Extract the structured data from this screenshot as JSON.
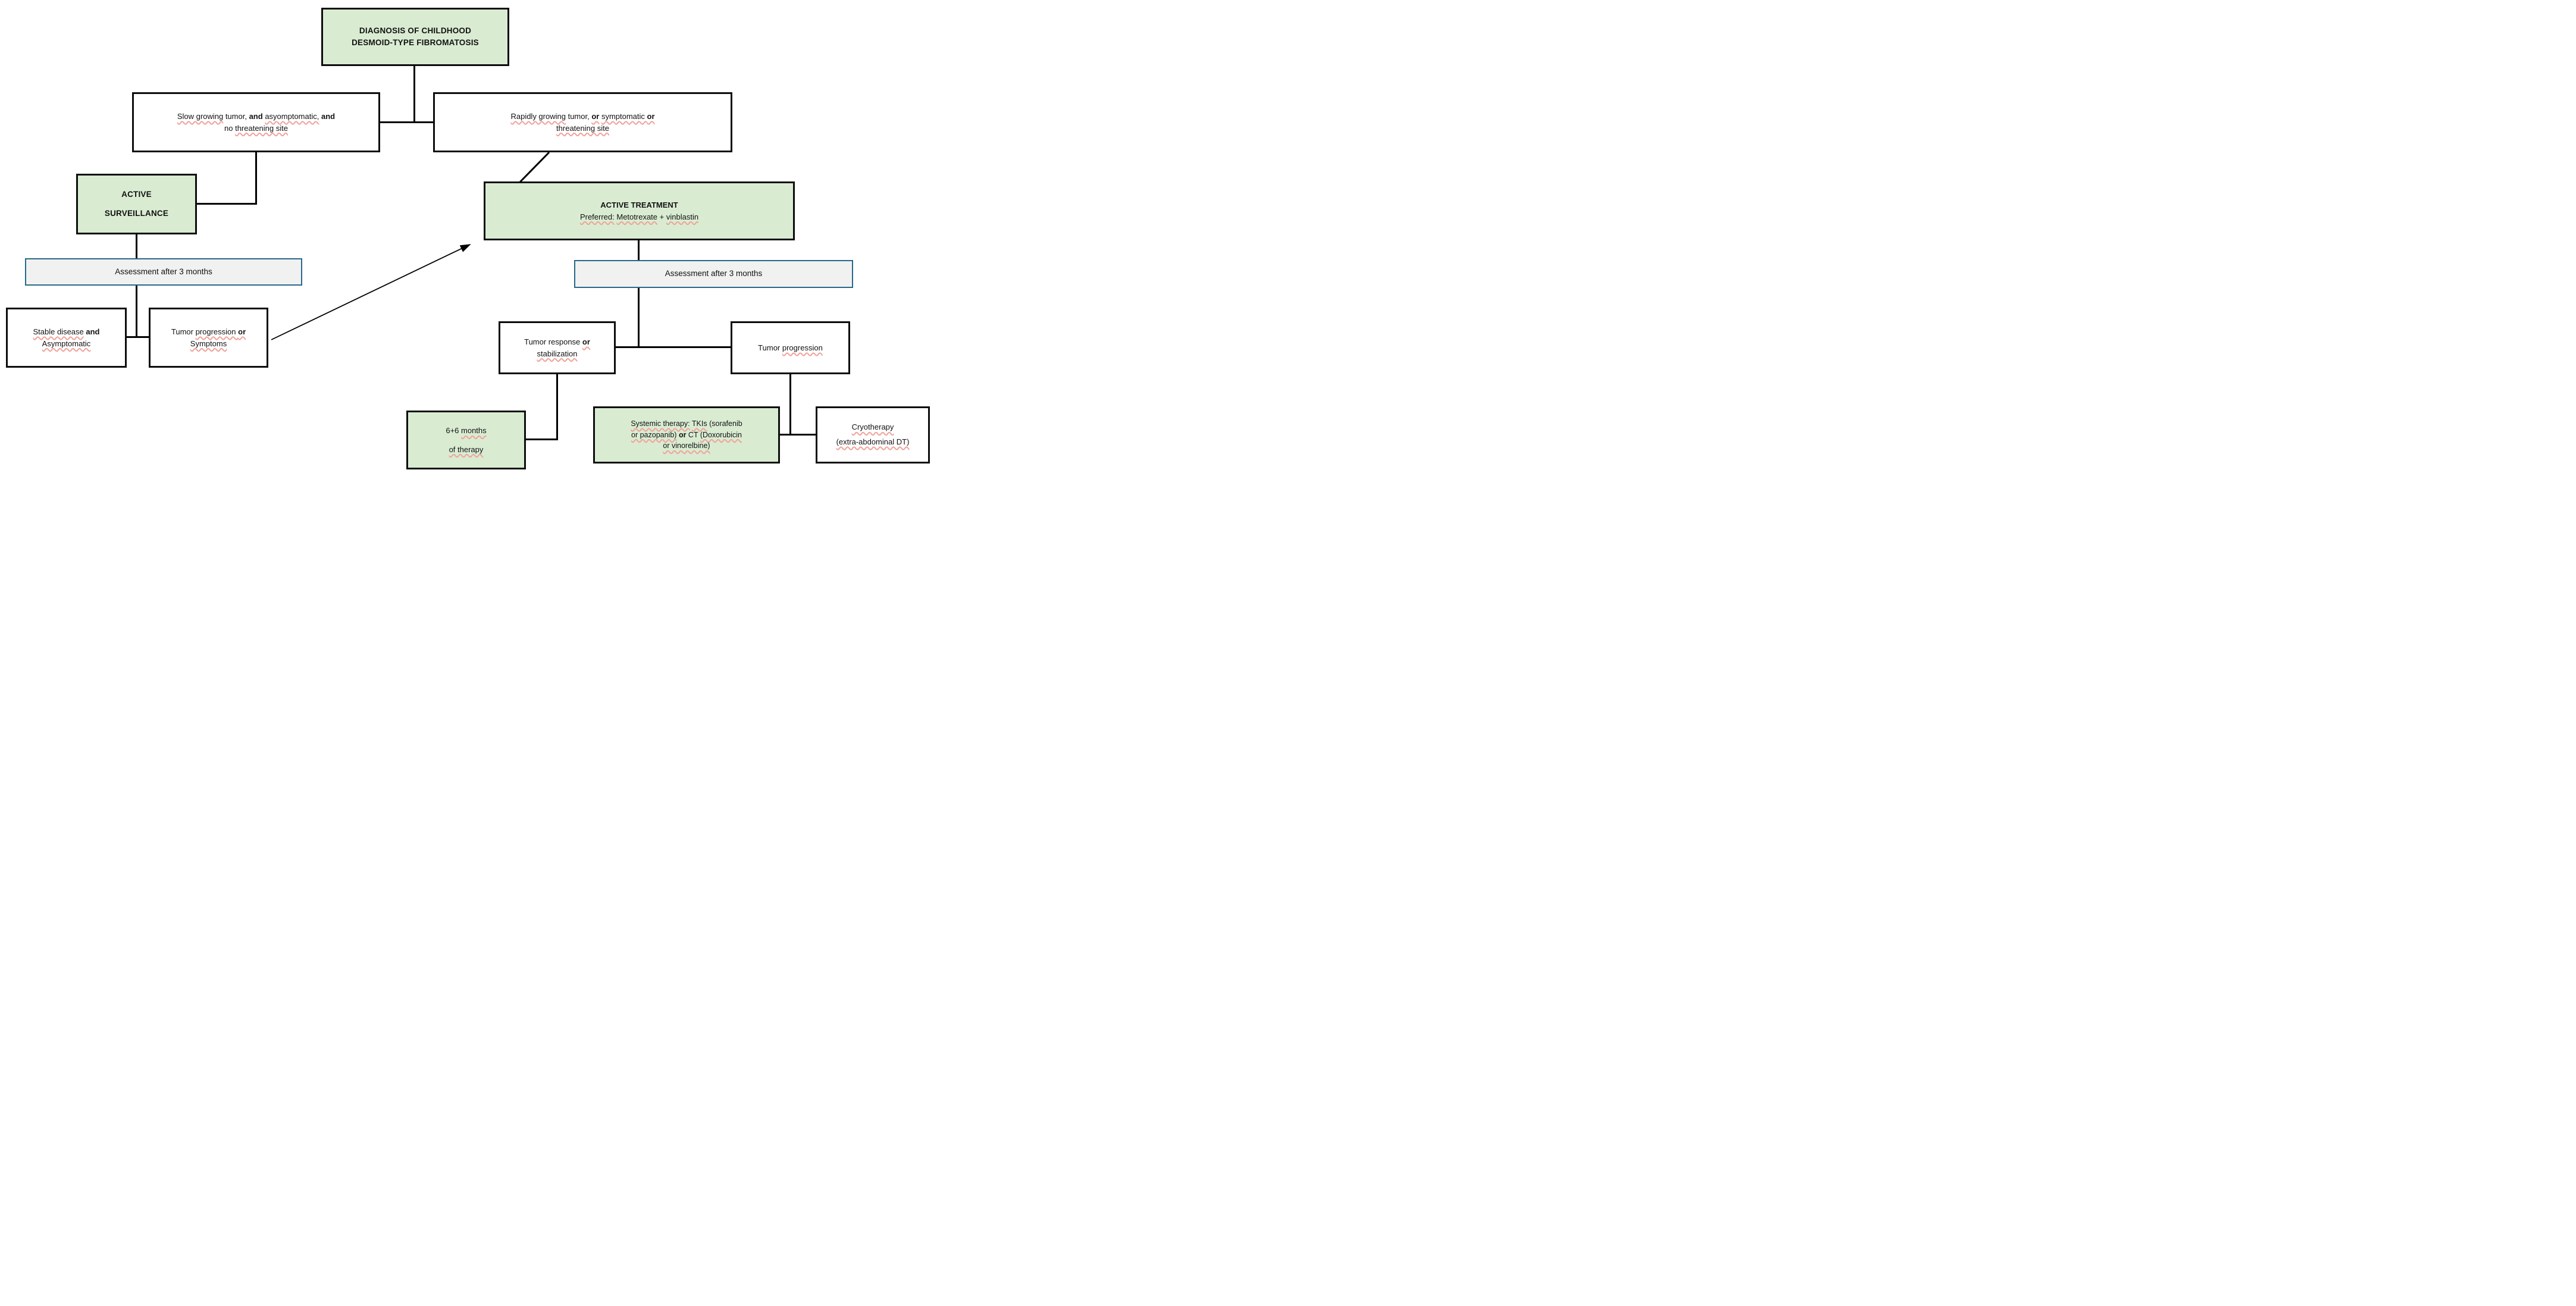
{
  "title": "Childhood desmoid-type fibromatosis treatment flowchart",
  "colors": {
    "node_green_fill": "#d9ecd2",
    "node_white_fill": "#ffffff",
    "node_border": "#0d0d0d",
    "assessment_fill": "#f1f1f1",
    "assessment_border": "#26688a",
    "connector": "#000000",
    "spellcheck_squiggle": "#f0a39b"
  },
  "nodes": {
    "diagnosis": {
      "lines": [
        [
          {
            "t": "DIAGNOSIS OF CHILDHOOD",
            "b": true
          }
        ],
        [
          {
            "t": "DESMOID-TYPE FIBROMATOSIS",
            "b": true
          }
        ]
      ]
    },
    "slow": {
      "lines": [
        [
          {
            "t": "Slow growing",
            "u": true
          },
          {
            "t": " tumor, "
          },
          {
            "t": "and",
            "b": true
          },
          {
            "t": " "
          },
          {
            "t": "asyomptomatic,",
            "u": true
          },
          {
            "t": " "
          },
          {
            "t": "and",
            "b": true
          }
        ],
        [
          {
            "t": "no "
          },
          {
            "t": "threatening site",
            "u": true
          }
        ]
      ]
    },
    "rapid": {
      "lines": [
        [
          {
            "t": "Rapidly growing",
            "u": true
          },
          {
            "t": " tumor, "
          },
          {
            "t": "or",
            "b": true,
            "u": true
          },
          {
            "t": " "
          },
          {
            "t": "symptomatic ",
            "u": true
          },
          {
            "t": "or",
            "b": true,
            "u": true
          }
        ],
        [
          {
            "t": "threatening site",
            "u": true
          }
        ]
      ]
    },
    "surveillance": {
      "lines": [
        [
          {
            "t": "ACTIVE",
            "b": true
          }
        ],
        [
          {
            "t": "SURVEILLANCE",
            "b": true
          }
        ]
      ]
    },
    "assessment_left": {
      "lines": [
        [
          {
            "t": "Assessment after 3 months"
          }
        ]
      ]
    },
    "stable": {
      "lines": [
        [
          {
            "t": "Stable disease",
            "u": true
          },
          {
            "t": " "
          },
          {
            "t": "and",
            "b": true
          }
        ],
        [
          {
            "t": "Asymptomatic",
            "u": true
          }
        ]
      ]
    },
    "tumor_progression_symptoms": {
      "lines": [
        [
          {
            "t": "Tumor "
          },
          {
            "t": "progression ",
            "u": true
          },
          {
            "t": "or",
            "b": true,
            "u": true
          }
        ],
        [
          {
            "t": "Symptoms",
            "u": true
          }
        ]
      ]
    },
    "treatment": {
      "lines": [
        [
          {
            "t": "ACTIVE TREATMENT",
            "b": true
          }
        ],
        [
          {
            "t": "Preferred:",
            "u": true
          },
          {
            "t": " "
          },
          {
            "t": "Metotrexate",
            "u": true
          },
          {
            "t": " + "
          },
          {
            "t": "vinblastin",
            "u": true
          }
        ]
      ]
    },
    "assessment_right": {
      "lines": [
        [
          {
            "t": "Assessment after 3 months"
          }
        ]
      ]
    },
    "tumor_response": {
      "lines": [
        [
          {
            "t": "Tumor response "
          },
          {
            "t": "or",
            "b": true,
            "u": true
          }
        ],
        [
          {
            "t": "stabilization",
            "u": true
          }
        ]
      ]
    },
    "tumor_progression": {
      "lines": [
        [
          {
            "t": "Tumor "
          },
          {
            "t": "progression",
            "u": true
          }
        ]
      ]
    },
    "six_six": {
      "lines": [
        [
          {
            "t": "6+6 "
          },
          {
            "t": "months",
            "u": true
          }
        ],
        [
          {
            "t": "of therapy",
            "u": true
          }
        ]
      ]
    },
    "systemic": {
      "lines": [
        [
          {
            "t": "Systemic therapy:",
            "u": true
          },
          {
            "t": " "
          },
          {
            "t": "TKIs",
            "u": true
          },
          {
            "t": " (sorafenib"
          }
        ],
        [
          {
            "t": "or pazopanib)",
            "u": true
          },
          {
            "t": " "
          },
          {
            "t": "or",
            "b": true
          },
          {
            "t": " CT "
          },
          {
            "t": "(Doxorubicin",
            "u": true
          }
        ],
        [
          {
            "t": "or vinorelbine)",
            "u": true
          }
        ]
      ]
    },
    "cryotherapy": {
      "lines": [
        [
          {
            "t": "Cryotherapy",
            "u": true
          }
        ],
        [
          {
            "t": "(extra-abdominal DT)",
            "u": true
          }
        ]
      ]
    }
  }
}
